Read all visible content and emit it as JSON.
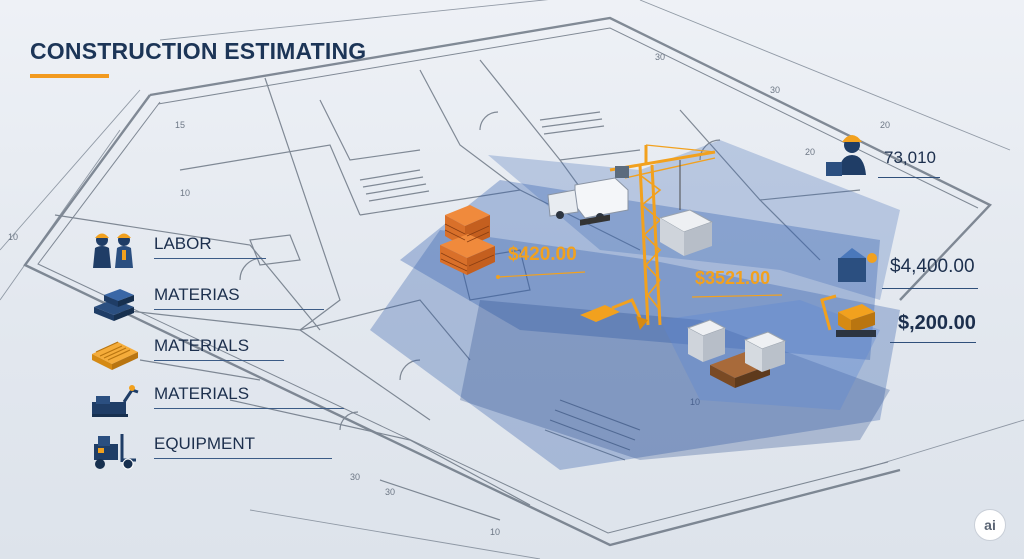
{
  "title": "CONSTRUCTION ESTIMATING",
  "legend": [
    {
      "label": "LABOR",
      "icon": "workers-icon"
    },
    {
      "label": "MATERIAS",
      "icon": "bricks-stack-icon"
    },
    {
      "label": "MATERIALS",
      "icon": "lumber-icon"
    },
    {
      "label": "MATERIALS",
      "icon": "machinery-icon"
    },
    {
      "label": "EQUIPMENT",
      "icon": "forklift-icon"
    }
  ],
  "plan_prices": {
    "bricks": "$420.00",
    "crane": "$3521.00"
  },
  "right_values": {
    "labor": "73,010",
    "materials": "$4,400.00",
    "equipment": "$,200.00"
  },
  "dimension_labels": [
    "30",
    "30",
    "20",
    "20",
    "15",
    "10",
    "10",
    "30",
    "30",
    "10",
    "10"
  ],
  "badge": "ai",
  "colors": {
    "accent": "#f29a1f",
    "navy": "#1c3557",
    "overlay_blue": "#2e5aa8"
  }
}
